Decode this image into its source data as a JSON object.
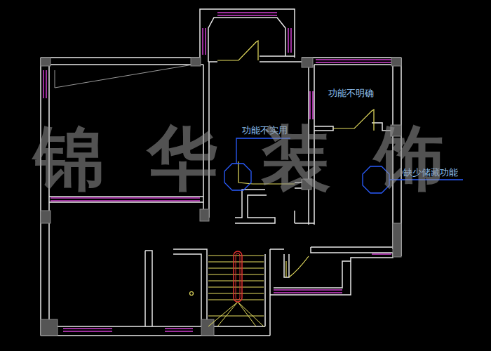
{
  "diagram": {
    "labels": [
      "功能不明确",
      "功能不实用",
      "缺少储藏功能",
      "锦华装饰"
    ]
  }
}
